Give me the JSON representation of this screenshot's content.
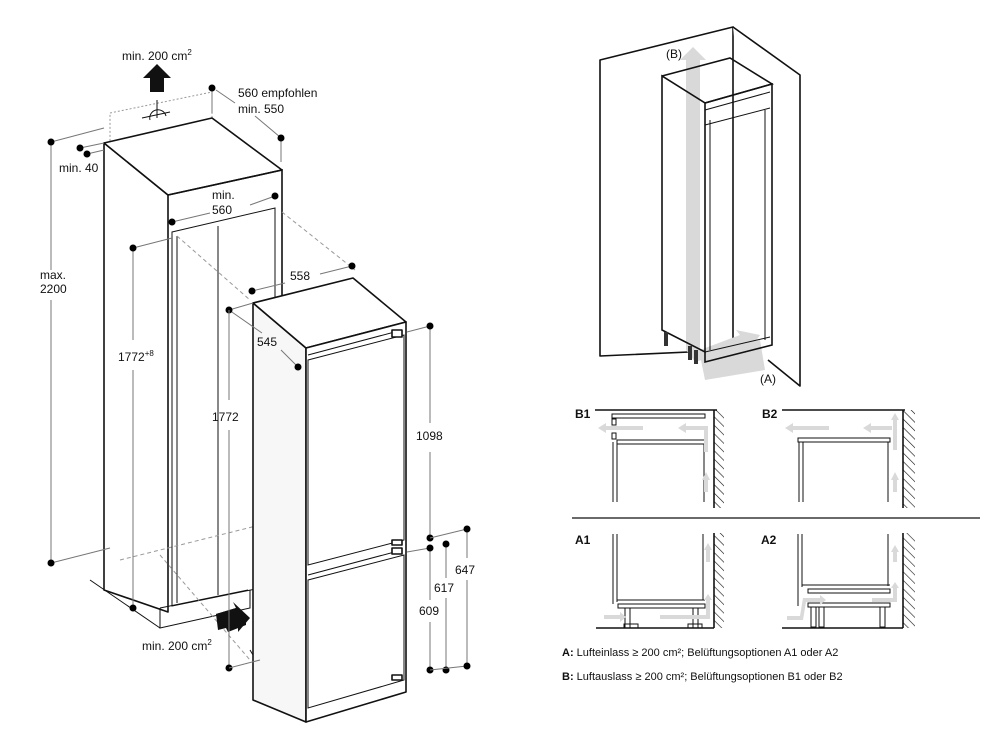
{
  "main_drawing": {
    "top_vent": {
      "label": "min. 200 cm",
      "sup": "2"
    },
    "depth_recommended": "560 empfohlen",
    "depth_min": "min. 550",
    "side_gap": "min. 40",
    "niche_height_max_line1": "max.",
    "niche_height_max_line2": "2200",
    "niche_width_line1": "min.",
    "niche_width_line2": "560",
    "niche_height": {
      "value": "1772",
      "sup": "+8"
    },
    "appliance_width": "558",
    "appliance_depth": "545",
    "appliance_height": "1772",
    "upper_door_height": "1098",
    "lower_door_609": "609",
    "lower_door_617": "617",
    "lower_door_647": "647",
    "bottom_vent": {
      "label": "min. 200 cm",
      "sup": "2"
    }
  },
  "airflow_drawing": {
    "outlet_label": "(B)",
    "inlet_label": "(A)"
  },
  "options": {
    "b1": "B1",
    "b2": "B2",
    "a1": "A1",
    "a2": "A2"
  },
  "notes": [
    {
      "key": "A:",
      "text": " Lufteinlass ≥ 200 cm²; Belüftungsoptionen A1 oder A2"
    },
    {
      "key": "B:",
      "text": " Luftauslass ≥ 200 cm²; Belüftungsoptionen B1 oder B2"
    }
  ]
}
